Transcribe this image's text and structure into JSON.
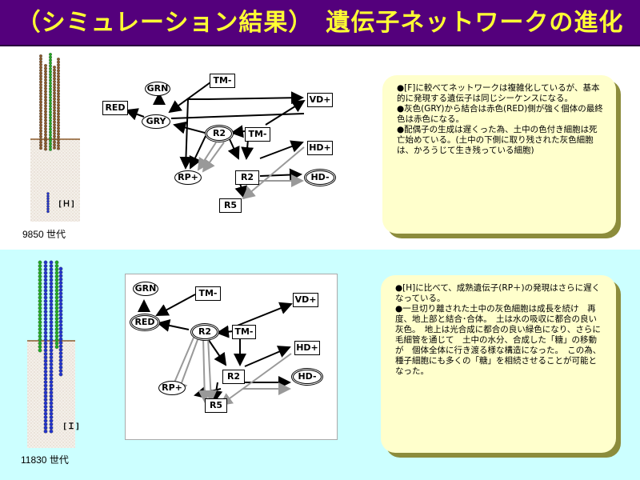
{
  "title": "（シミュレーション結果）　遺伝子ネットワークの進化",
  "colors": {
    "title_bg": "#54007c",
    "title_fg": "#ffff33",
    "bottom_bg": "#ccffff",
    "note_bg": "#ffffcc",
    "stem_brown": "#8b5a2b",
    "stem_green": "#22aa22",
    "root_blue": "#2233cc"
  },
  "top": {
    "generation": "9850 世代",
    "plant_tag": "[Ｈ]",
    "network": {
      "nodes": {
        "grn": "GRN",
        "red": "RED",
        "gry": "GRY",
        "tm": "TM-",
        "vd": "VD+",
        "r2a": "R2",
        "tm2": "TM-",
        "hd_plus": "HD+",
        "rp": "RP+",
        "r2b": "R2",
        "hd_minus": "HD-",
        "r5": "R5"
      }
    },
    "note": [
      "●[F]に較べてネットワークは複雑化しているが、基本的に発現する遺伝子は同じシーケンスになる。",
      "●灰色(GRY)から結合は赤色(RED)側が強く個体の最終色は赤色になる。",
      "●配偶子の生成は遅くった為、土中の色付き細胞は死亡始めている。(土中の下側に取り残された灰色細胞は、かろうじて生き残っている細胞)"
    ]
  },
  "bottom": {
    "generation": "11830 世代",
    "plant_tag": "[Ｉ]",
    "network": {
      "nodes": {
        "grn": "GRN",
        "tm": "TM-",
        "vd": "VD+",
        "red": "RED",
        "r2a": "R2",
        "tm2": "TM-",
        "hd_plus": "HD+",
        "r2b": "R2",
        "rp": "RP+",
        "hd_minus": "HD-",
        "r5": "R5"
      }
    },
    "note": [
      "●[H]に比べて、成熟遺伝子(RP＋)の発現はさらに遅くなっている。",
      "●一旦切り離された土中の灰色細胞は成長を続け　再度、地上部と結合･合体。　土は水の吸収に都合の良い灰色。　地上は光合成に都合の良い緑色になり、さらに毛細管を通じて　土中の水分、合成した「糖」の移動が　個体全体に行き渡る様な構造になった。　この為、種子細胞にも多くの「糖」を相続させることが可能となった。"
    ]
  }
}
